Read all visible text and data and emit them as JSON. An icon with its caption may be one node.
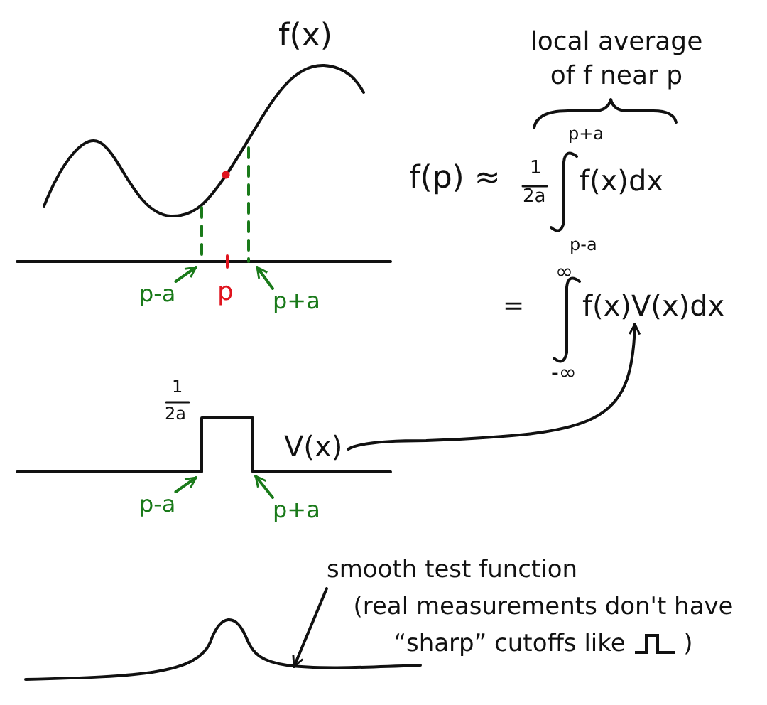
{
  "diagram": {
    "nodes": [
      {
        "text": [
          "p-a"
        ]
      },
      {
        "text": [
          "p+a"
        ]
      },
      {
        "text": [
          "f(x)V(x)dx"
        ]
      },
      {
        "text": [
          "V(x)"
        ]
      },
      {
        "text": [
          "p-a"
        ]
      },
      {
        "text": [
          "p+a"
        ]
      },
      {
        "text": [
          "smooth test function",
          "(real measurements don't have “sharp” cutoffs like",
          ")"
        ]
      },
      {
        "text": [],
        "shape": "curve"
      }
    ],
    "edges": [
      {
        "from": 0,
        "to": null,
        "arrow": "to"
      },
      {
        "from": 1,
        "to": null,
        "arrow": "to"
      },
      {
        "from": 3,
        "to": 2,
        "arrow": "to",
        "color": "#111111"
      },
      {
        "from": 4,
        "to": null,
        "arrow": "to"
      },
      {
        "from": 5,
        "to": null,
        "arrow": "to"
      },
      {
        "from": 6,
        "to": 7,
        "arrow": "to",
        "color": "#111111"
      }
    ],
    "labels": [
      "f(x)",
      "p",
      "local average of f near p",
      "f(p) ≈",
      "1",
      "2a",
      "p+a",
      "f(x)dx",
      "p-a",
      "=",
      "∞",
      "-∞",
      "1",
      "2a"
    ]
  }
}
